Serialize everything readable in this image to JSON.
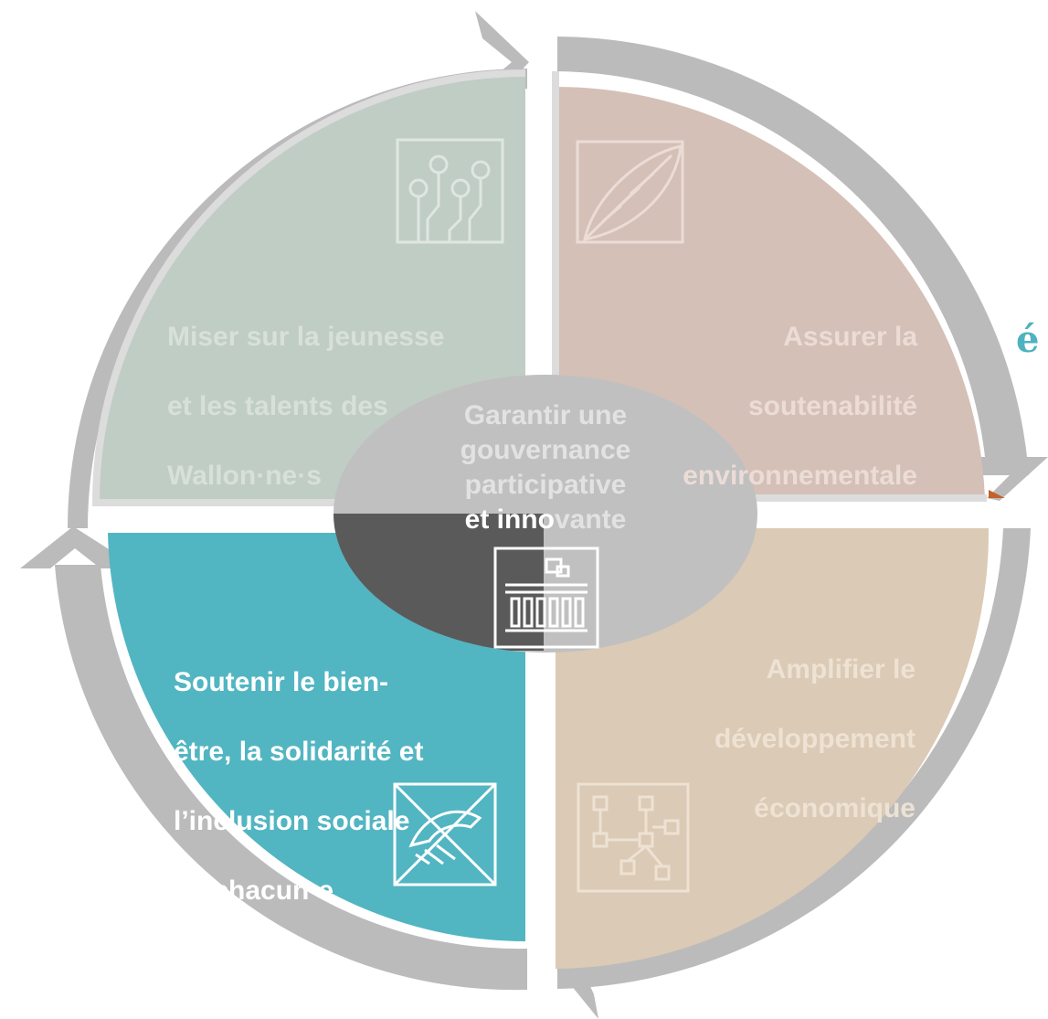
{
  "side_fragment": "é",
  "quadrants": {
    "top_left": {
      "lines": [
        "Miser sur la jeunesse",
        "et les talents des",
        "Wallon·ne·s"
      ],
      "icon": "circuit-board-icon",
      "fill": "#c0cdc4"
    },
    "top_right": {
      "lines": [
        "Assurer la",
        "soutenabilité",
        "environnementale"
      ],
      "icon": "leaf-icon",
      "fill": "#d4c0b7"
    },
    "bottom_left": {
      "lines": [
        "Soutenir le bien-",
        "être, la solidarité et",
        "l’inclusion sociale",
        "de chacun·e"
      ],
      "icon": "handshake-icon",
      "fill": "#52b5c2"
    },
    "bottom_right": {
      "lines": [
        "Amplifier le",
        "développement",
        "économique"
      ],
      "icon": "network-icon",
      "fill": "#dbcab5"
    }
  },
  "center": {
    "lines": [
      "Garantir une",
      "gouvernance",
      "participative"
    ],
    "last_line_a": "et inno",
    "last_line_b": "vante",
    "icon": "institution-icon",
    "fill": "#c0c0c0",
    "highlight_fill": "#5a5a5a"
  },
  "colors": {
    "arrow": "#bbbbbb",
    "ring_inner": "#dcdcdc",
    "accent_text": "#4eb2c0",
    "orange_accent": "#c4622a"
  }
}
